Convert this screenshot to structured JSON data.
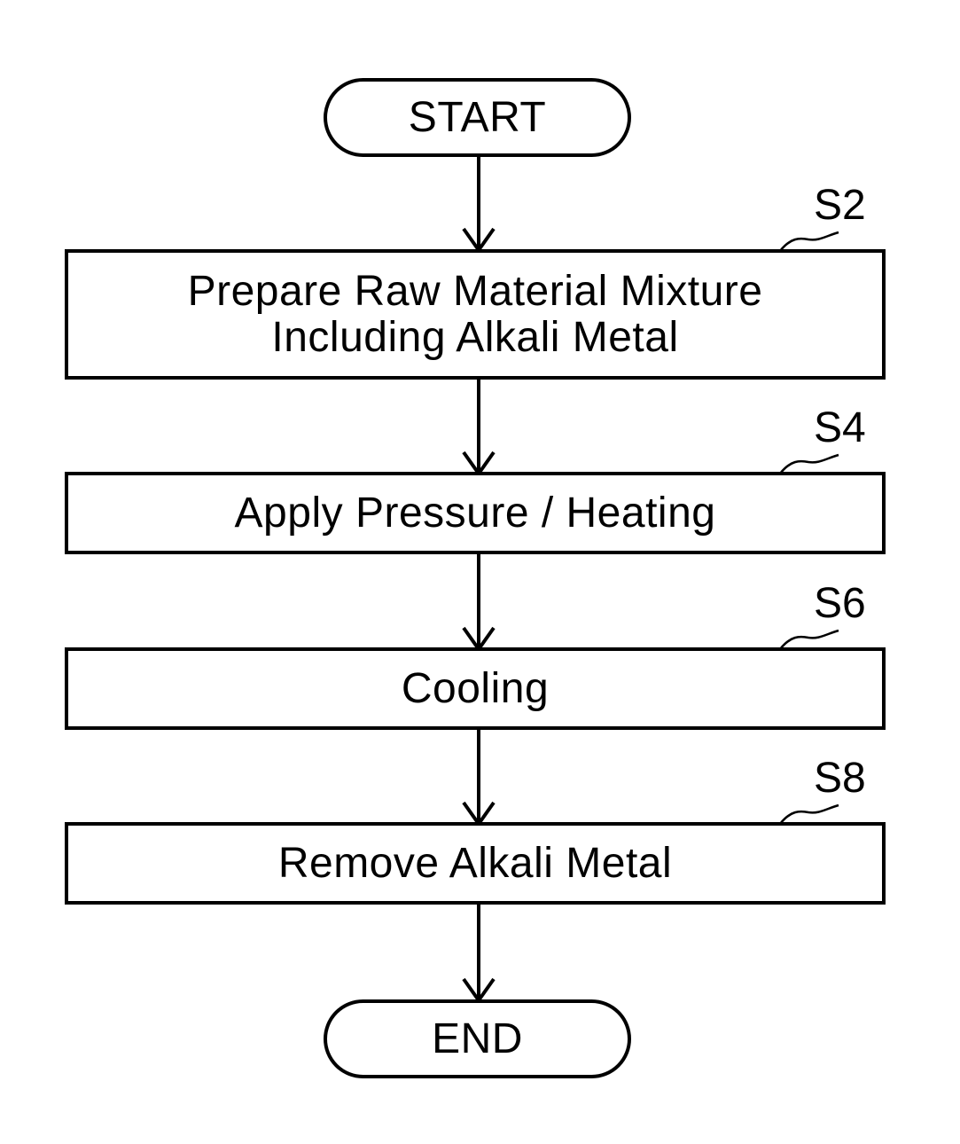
{
  "flowchart": {
    "start_label": "START",
    "end_label": "END",
    "steps": [
      {
        "id": "S2",
        "lines": [
          "Prepare Raw Material Mixture",
          "Including Alkali Metal"
        ]
      },
      {
        "id": "S4",
        "lines": [
          "Apply Pressure / Heating"
        ]
      },
      {
        "id": "S6",
        "lines": [
          "Cooling"
        ]
      },
      {
        "id": "S8",
        "lines": [
          "Remove Alkali Metal"
        ]
      }
    ]
  }
}
